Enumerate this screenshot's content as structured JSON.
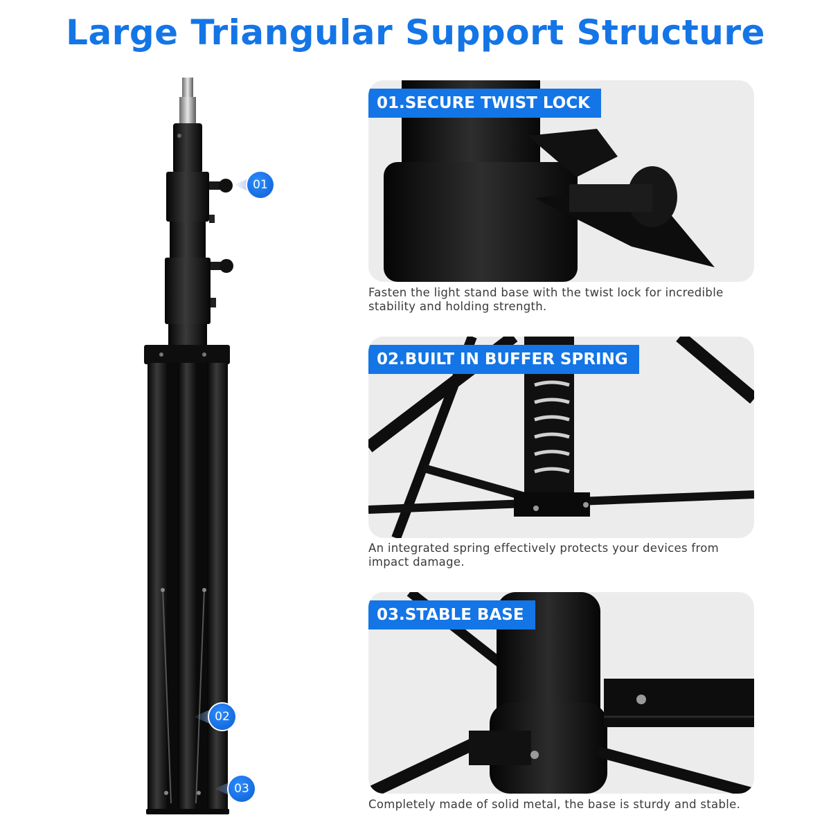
{
  "headline": "Large Triangular Support Structure",
  "callouts": [
    "01",
    "02",
    "03"
  ],
  "features": [
    {
      "tag": "01.SECURE TWIST LOCK",
      "description": "Fasten the light stand base with the twist lock for incredible stability and holding strength."
    },
    {
      "tag": "02.BUILT IN BUFFER SPRING",
      "description": "An integrated spring effectively protects your devices from impact damage."
    },
    {
      "tag": "03.STABLE BASE",
      "description": "Completely made of solid metal, the base is sturdy and stable."
    }
  ],
  "colors": {
    "accent": "#1475e6",
    "panel_bg": "#ececec",
    "metal": "#141414",
    "text": "#3a3a3a"
  }
}
